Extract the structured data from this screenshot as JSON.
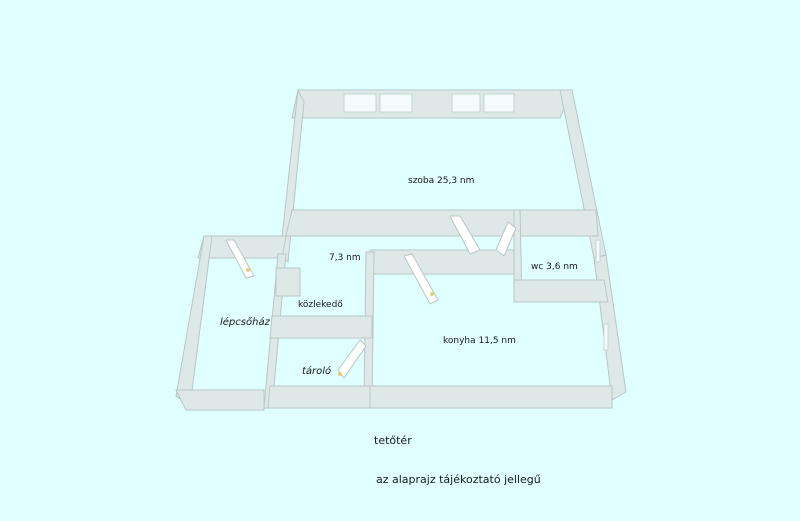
{
  "rooms": {
    "szoba": "szoba 25,3 nm",
    "corridor_area": "7,3 nm",
    "wc": "wc 3,6 nm",
    "lepcsohaz": "lépcsőház",
    "kozlekedo": "közlekedő",
    "konyha": "konyha 11,5 nm",
    "tarolo": "tároló"
  },
  "captions": {
    "floor": "tetőtér",
    "disclaimer": "az alaprajz tájékoztató jellegű"
  },
  "colors": {
    "background": "#e0ffff",
    "wall_top": "#e6eeee",
    "wall_side": "#cfdada",
    "wall_edge": "#b8c6c6",
    "window": "#f4fbfb",
    "door_marker": "#e8d070"
  }
}
